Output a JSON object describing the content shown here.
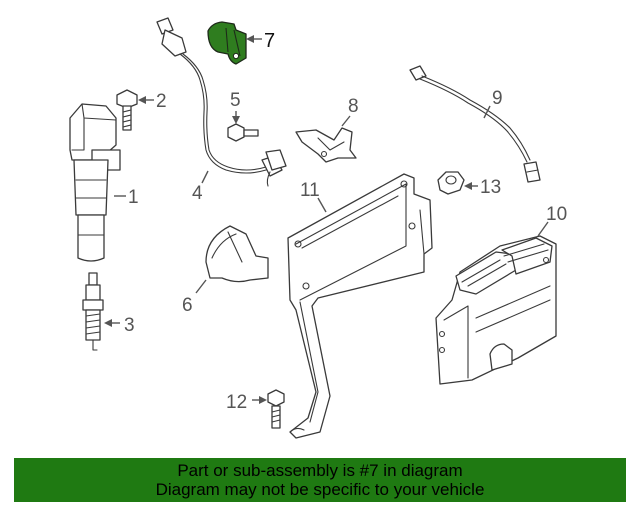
{
  "diagram": {
    "callouts": [
      {
        "id": "1",
        "label": "1"
      },
      {
        "id": "2",
        "label": "2"
      },
      {
        "id": "3",
        "label": "3"
      },
      {
        "id": "4",
        "label": "4"
      },
      {
        "id": "5",
        "label": "5"
      },
      {
        "id": "6",
        "label": "6"
      },
      {
        "id": "7",
        "label": "7"
      },
      {
        "id": "8",
        "label": "8"
      },
      {
        "id": "9",
        "label": "9"
      },
      {
        "id": "10",
        "label": "10"
      },
      {
        "id": "11",
        "label": "11"
      },
      {
        "id": "12",
        "label": "12"
      },
      {
        "id": "13",
        "label": "13"
      }
    ],
    "highlighted_part": "7",
    "highlight_color": "#2f7d1f"
  },
  "banner": {
    "line1": "Part or sub-assembly is #7 in diagram",
    "line2": "Diagram may not be specific to your vehicle",
    "background": "#1f7a12"
  }
}
